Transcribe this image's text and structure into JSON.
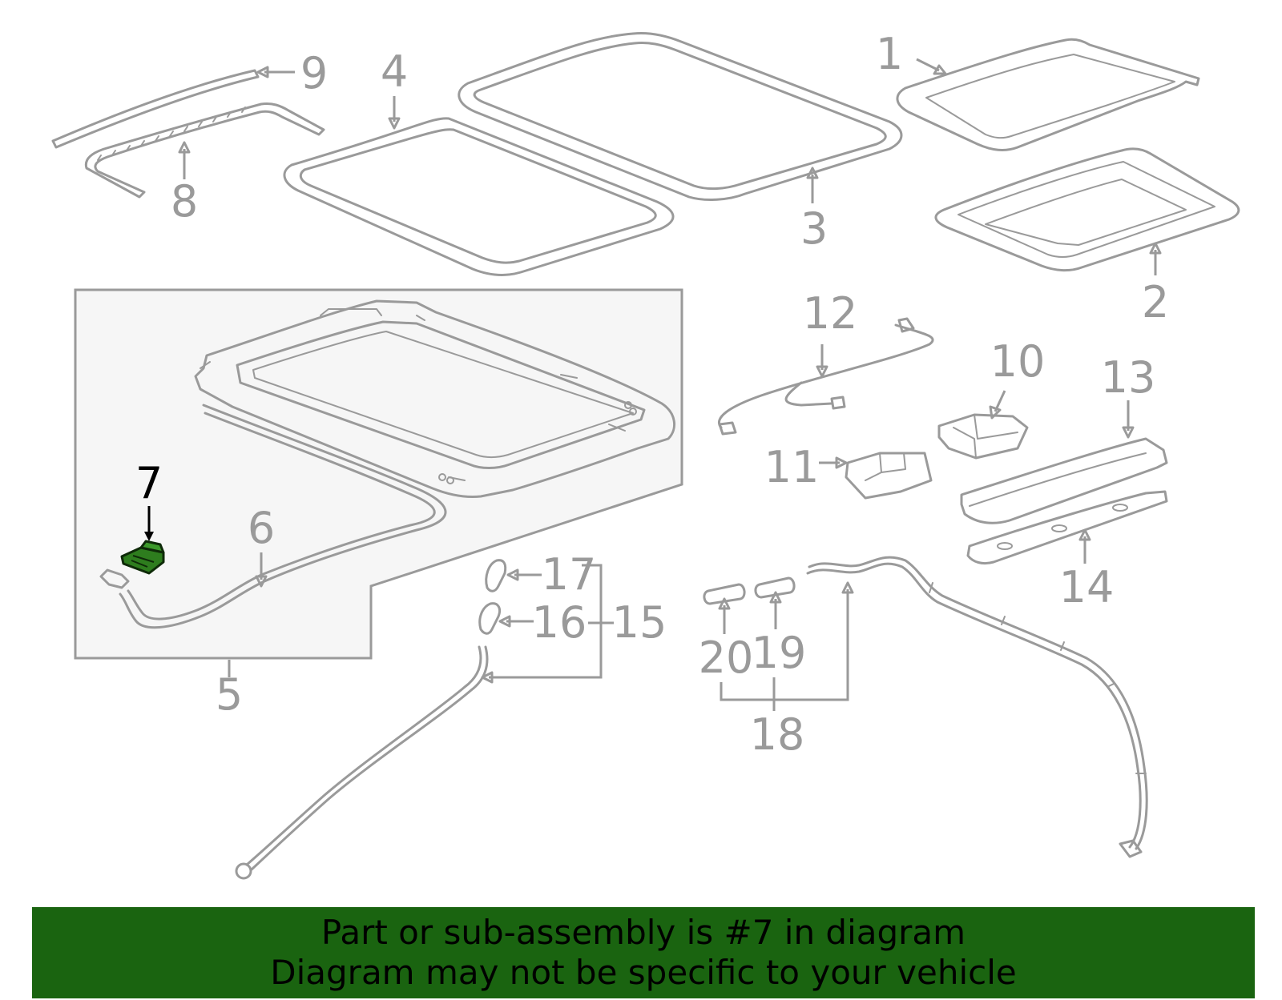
{
  "banner": {
    "line1": "Part or sub-assembly is #7 in diagram",
    "line2": "Diagram may not be specific to your vehicle"
  },
  "callouts": {
    "c1": "1",
    "c2": "2",
    "c3": "3",
    "c4": "4",
    "c5": "5",
    "c6": "6",
    "c7": "7",
    "c8": "8",
    "c9": "9",
    "c10": "10",
    "c11": "11",
    "c12": "12",
    "c13": "13",
    "c14": "14",
    "c15": "15",
    "c16": "16",
    "c17": "17",
    "c18": "18",
    "c19": "19",
    "c20": "20"
  },
  "highlight": {
    "part_number": "7",
    "color": "#2e7d1e",
    "banner_color": "#1a6410",
    "line_color": "#9a9a9a"
  }
}
